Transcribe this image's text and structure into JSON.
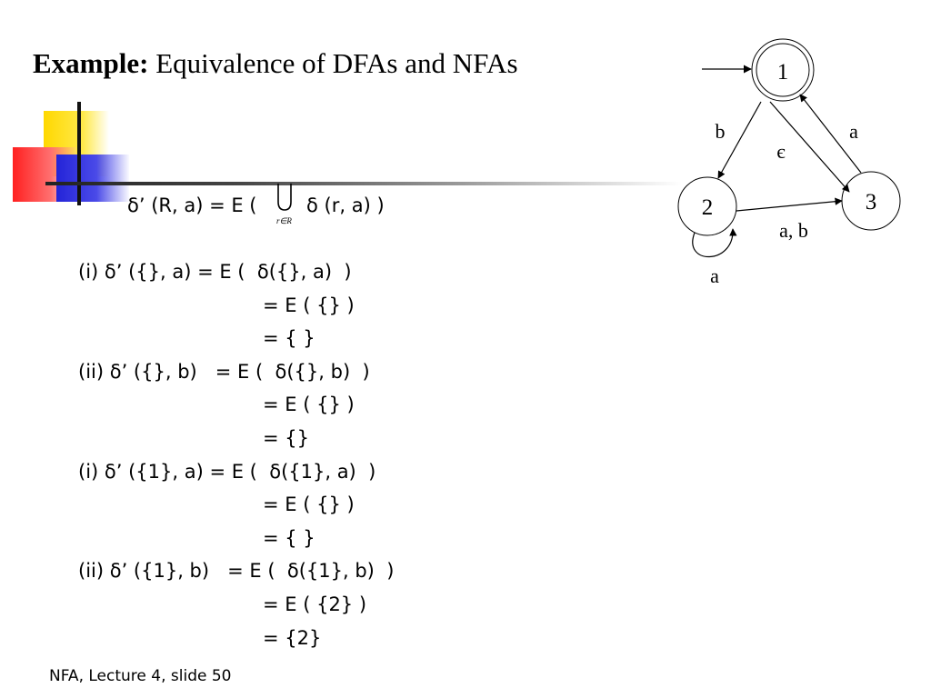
{
  "title": {
    "bold": "Example:",
    "rest": "Equivalence of DFAs and NFAs"
  },
  "formula": {
    "head": "δ’ (R, a) = E (",
    "union_subscript": "r∈R",
    "tail": "δ (r, a) )"
  },
  "steps": [
    {
      "label": "(i) δ’ ({}, a) = E (  δ({}, a)  )",
      "cont": ""
    },
    {
      "label": "",
      "cont": "= E ( {} )"
    },
    {
      "label": "",
      "cont": "= { }"
    },
    {
      "label": "(ii) δ’ ({}, b)   = E (  δ({}, b)  )",
      "cont": ""
    },
    {
      "label": "",
      "cont": "= E ( {} )"
    },
    {
      "label": "",
      "cont": "= {}"
    },
    {
      "label": "(i) δ’ ({1}, a) = E (  δ({1}, a)  )",
      "cont": ""
    },
    {
      "label": "",
      "cont": "= E ( {} )"
    },
    {
      "label": "",
      "cont": "= { }"
    },
    {
      "label": "(ii) δ’ ({1}, b)   = E (  δ({1}, b)  )",
      "cont": ""
    },
    {
      "label": "",
      "cont": "= E ( {2} )"
    },
    {
      "label": "",
      "cont": "= {2}"
    }
  ],
  "diagram": {
    "states": [
      "1",
      "2",
      "3"
    ],
    "edge_labels": {
      "one_to_two": "b",
      "three_to_one": "a",
      "one_to_three": "є",
      "two_to_three": "a, b",
      "two_self": "a"
    }
  },
  "footer": "NFA, Lecture 4, slide 50"
}
